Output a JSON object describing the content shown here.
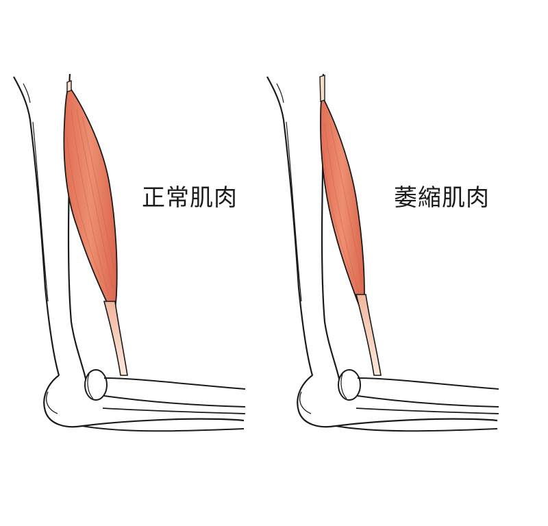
{
  "panels": [
    {
      "id": "normal",
      "label": "正常肌肉",
      "muscle_state": "normal"
    },
    {
      "id": "atrophy",
      "label": "萎縮肌肉",
      "muscle_state": "atrophied"
    }
  ],
  "colors": {
    "muscle_fill": "#e98366",
    "muscle_shade": "#d9674d",
    "tendon": "#f7dcc8",
    "bone_outline": "#1a1a1a",
    "bone_fill": "#ffffff",
    "label": "#1c1c1c"
  }
}
